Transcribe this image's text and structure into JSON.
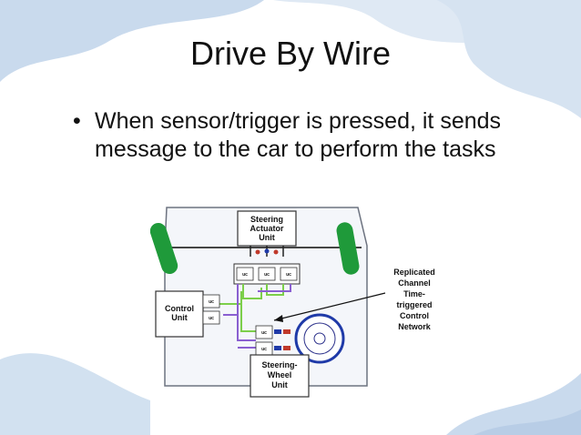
{
  "slide": {
    "title": "Drive By Wire",
    "bullet_marker": "•",
    "bullets": [
      "When sensor/trigger is pressed, it sends message to the car to perform the tasks"
    ]
  },
  "diagram": {
    "steering_actuator": [
      "Steering",
      "Actuator",
      "Unit"
    ],
    "control_unit": [
      "Control",
      "Unit"
    ],
    "steering_wheel": [
      "Steering-",
      "Wheel",
      "Unit"
    ],
    "network": [
      "Replicated",
      "Channel",
      "Time-",
      "triggered",
      "Control",
      "Network"
    ],
    "uc": "uc",
    "colors": {
      "tire": "#1f9a3a",
      "bus_purple": "#8a5fd1",
      "bus_green": "#7ccf4a",
      "accent_blue": "#1f3aa8",
      "accent_red": "#c0392b"
    }
  }
}
